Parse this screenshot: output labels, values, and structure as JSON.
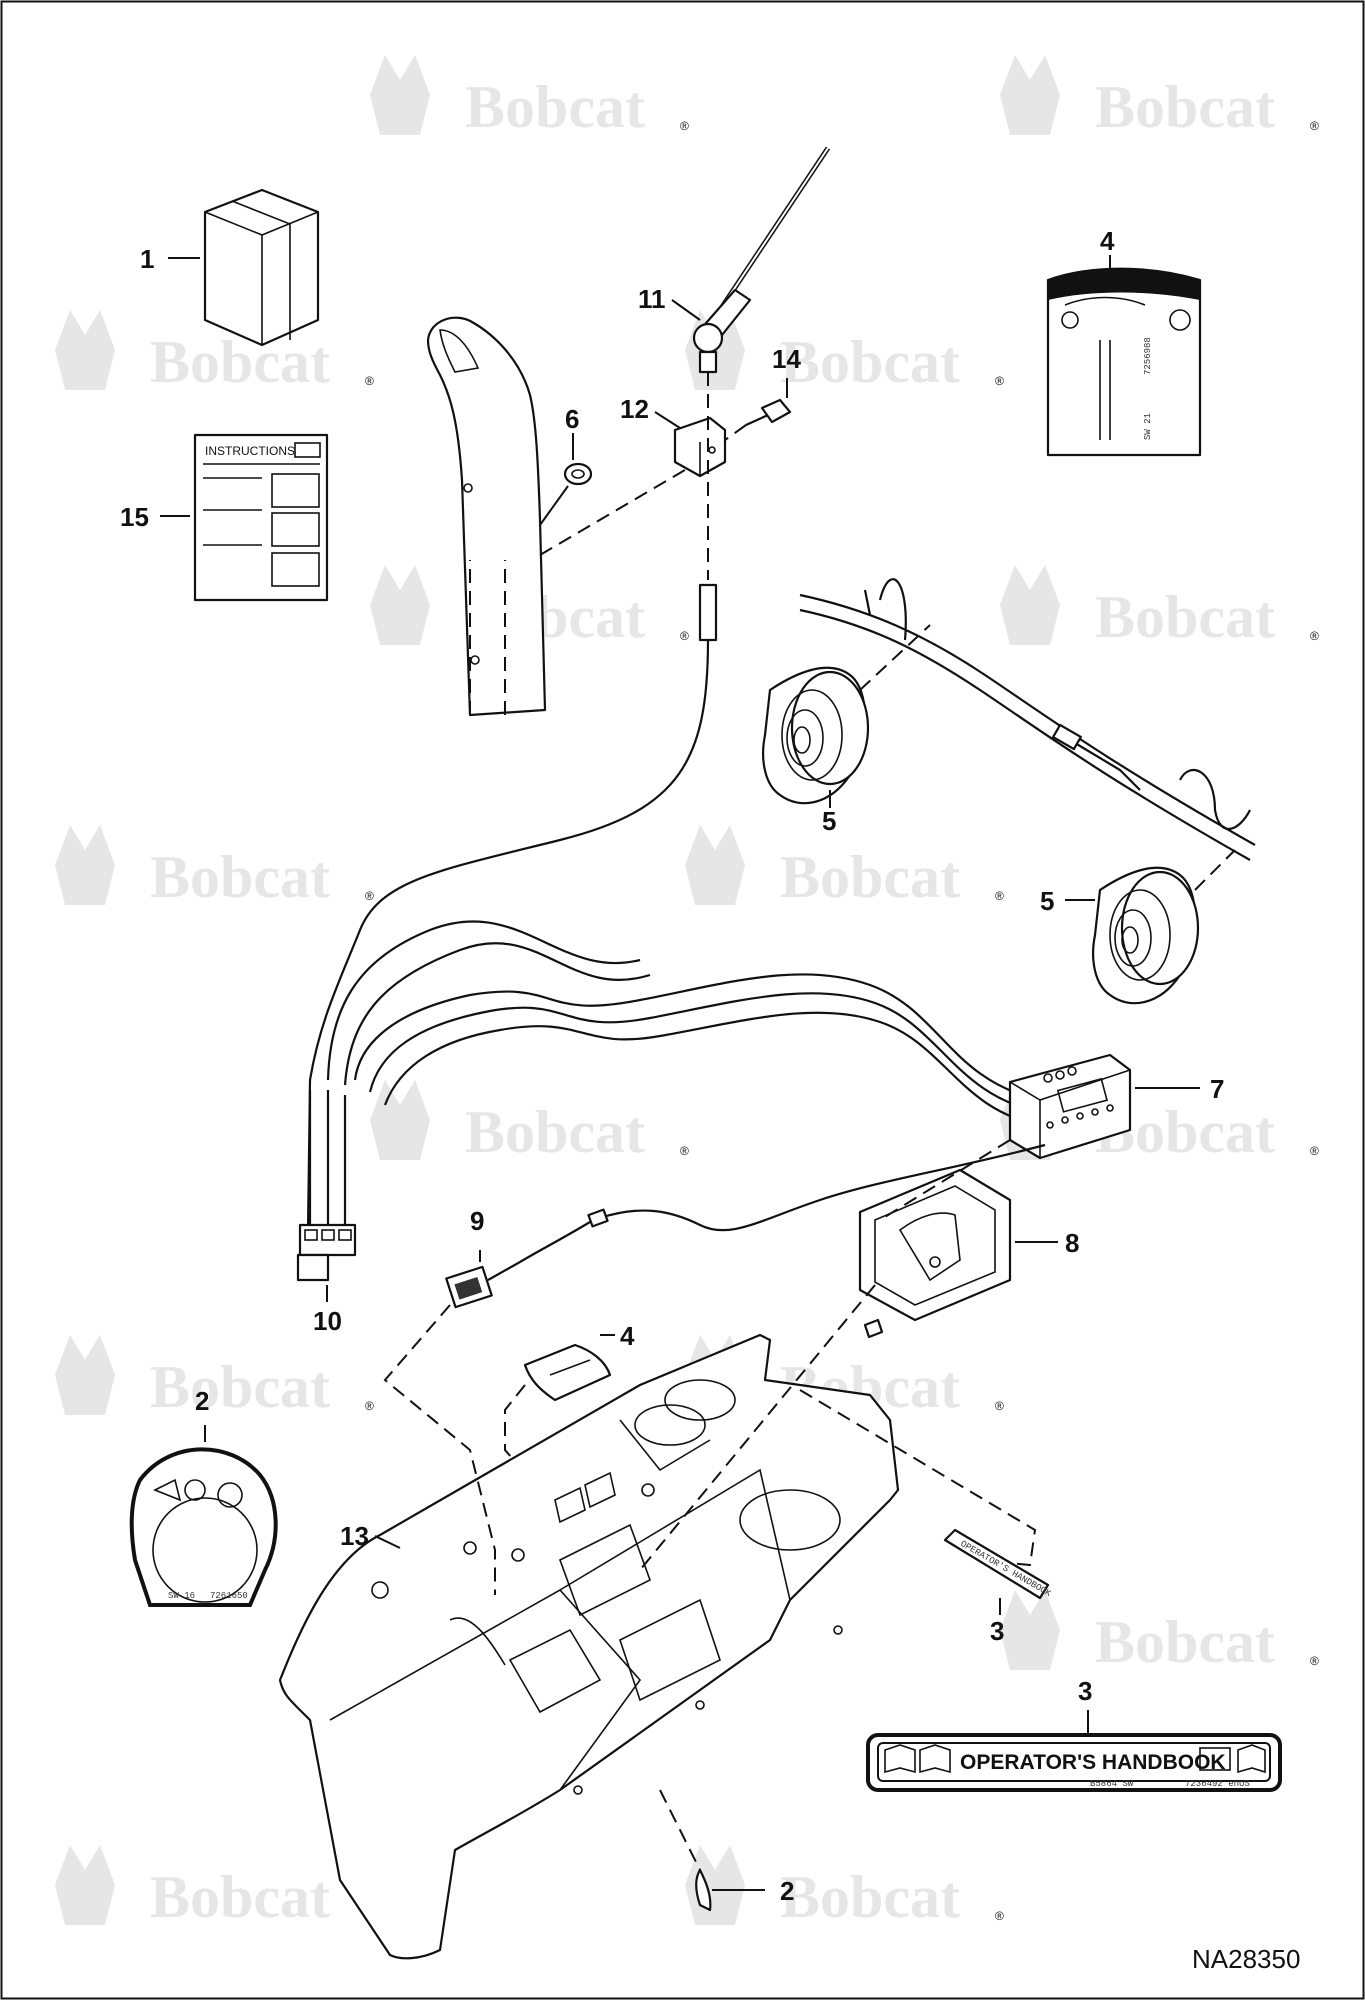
{
  "watermark": {
    "brand": "Bobcat",
    "mark": "®"
  },
  "drawing_number": "NA28350",
  "callouts": [
    {
      "id": "c1",
      "label": "1"
    },
    {
      "id": "c2a",
      "label": "2"
    },
    {
      "id": "c2b",
      "label": "2"
    },
    {
      "id": "c3a",
      "label": "3"
    },
    {
      "id": "c3b",
      "label": "3"
    },
    {
      "id": "c4a",
      "label": "4"
    },
    {
      "id": "c4b",
      "label": "4"
    },
    {
      "id": "c5a",
      "label": "5"
    },
    {
      "id": "c5b",
      "label": "5"
    },
    {
      "id": "c6",
      "label": "6"
    },
    {
      "id": "c7",
      "label": "7"
    },
    {
      "id": "c8",
      "label": "8"
    },
    {
      "id": "c9",
      "label": "9"
    },
    {
      "id": "c10",
      "label": "10"
    },
    {
      "id": "c11",
      "label": "11"
    },
    {
      "id": "c12",
      "label": "12"
    },
    {
      "id": "c13",
      "label": "13"
    },
    {
      "id": "c14",
      "label": "14"
    },
    {
      "id": "c15",
      "label": "15"
    }
  ],
  "instructions_sheet": {
    "title": "INSTRUCTIONS"
  },
  "handbook_decal": {
    "label": "OPERATOR'S HANDBOOK",
    "code_left": "B5864 SW",
    "code_right": "7236492 enUS"
  },
  "small_decal": {
    "label": "OPERATOR'S HANDBOOK"
  },
  "decal_2": {
    "code_left": "SW 16",
    "code_right": "7261650"
  },
  "decal_4": {
    "code_a": "7256988",
    "code_b": "SW 21"
  }
}
